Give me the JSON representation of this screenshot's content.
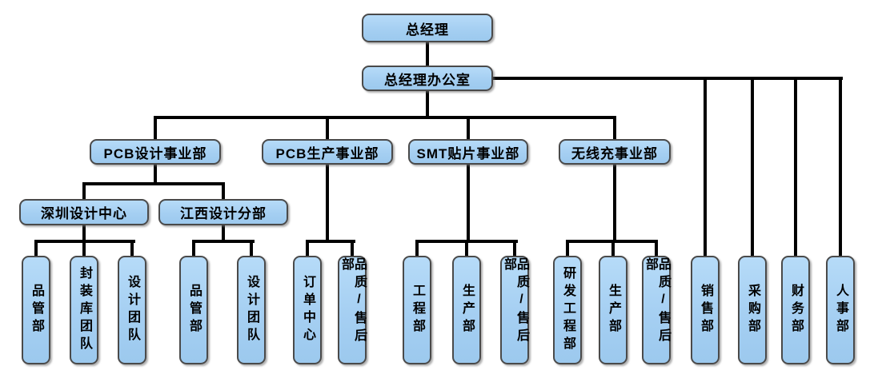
{
  "colors": {
    "node_fill": "#A9D3F4",
    "node_border": "#4A4A4A",
    "connector": "#000000",
    "background": "#FFFFFF"
  },
  "org_chart": {
    "label": "总经理",
    "children": [
      {
        "label": "总经理办公室",
        "children": [
          {
            "label": "PCB设计事业部",
            "children": [
              {
                "label": "深圳设计中心",
                "children": [
                  {
                    "label": "品管部"
                  },
                  {
                    "label": "封装库团队"
                  },
                  {
                    "label": "设计团队"
                  }
                ]
              },
              {
                "label": "江西设计分部",
                "children": [
                  {
                    "label": "品管部"
                  },
                  {
                    "label": "设计团队"
                  }
                ]
              }
            ]
          },
          {
            "label": "PCB生产事业部",
            "children": [
              {
                "label": "订单中心"
              },
              {
                "label": "品质/售后部"
              }
            ]
          },
          {
            "label": "SMT贴片事业部",
            "children": [
              {
                "label": "工程部"
              },
              {
                "label": "生产部"
              },
              {
                "label": "品质/售后部"
              }
            ]
          },
          {
            "label": "无线充事业部",
            "children": [
              {
                "label": "研发工程部"
              },
              {
                "label": "生产部"
              },
              {
                "label": "品质/售后部"
              }
            ]
          },
          {
            "label": "销售部"
          },
          {
            "label": "采购部"
          },
          {
            "label": "财务部"
          },
          {
            "label": "人事部"
          }
        ]
      }
    ]
  }
}
